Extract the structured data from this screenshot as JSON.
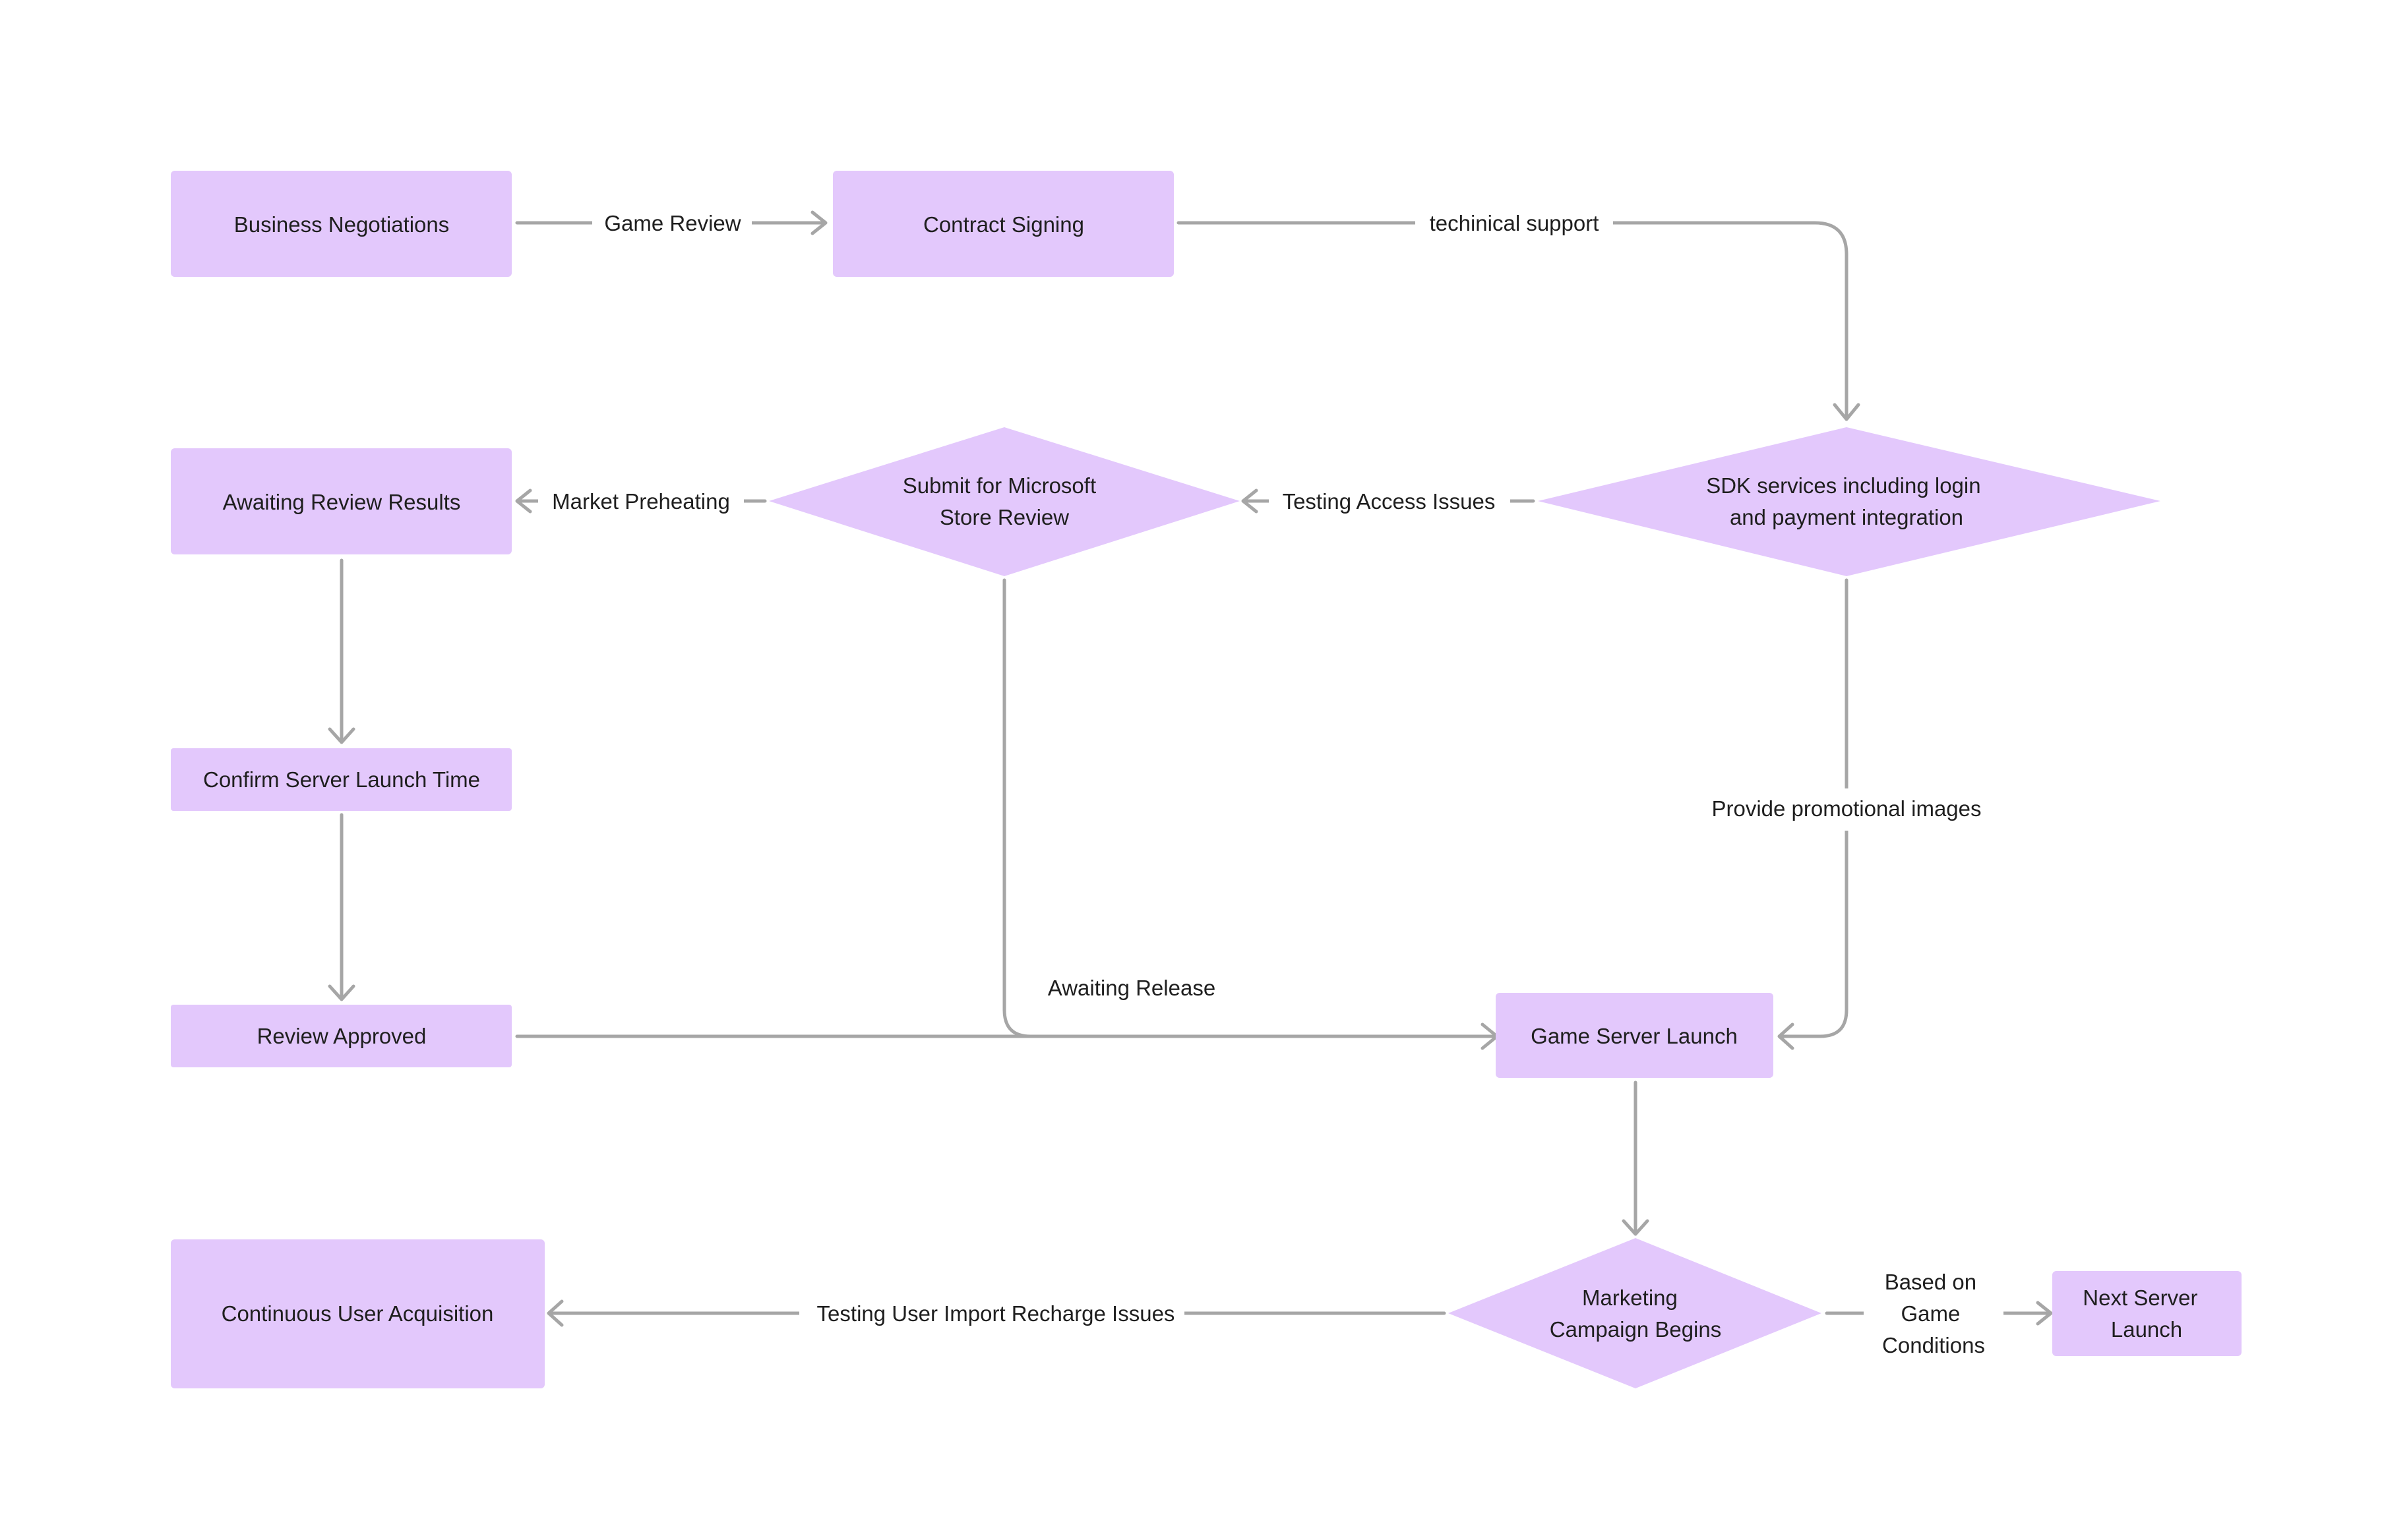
{
  "colors": {
    "node_fill": "#e3c8fc",
    "edge_stroke": "#a6a6a6",
    "text": "#1f1f1f"
  },
  "nodes": {
    "business_negotiations": [
      "Business Negotiations"
    ],
    "contract_signing": [
      "Contract Signing"
    ],
    "sdk_services": [
      "SDK services including login",
      "and payment integration"
    ],
    "submit_review": [
      "Submit for Microsoft",
      "Store Review"
    ],
    "awaiting_review": [
      "Awaiting Review Results"
    ],
    "confirm_launch_time": [
      "Confirm Server Launch Time"
    ],
    "review_approved": [
      "Review Approved"
    ],
    "game_server_launch": [
      "Game Server Launch"
    ],
    "marketing_campaign": [
      "Marketing",
      "Campaign Begins"
    ],
    "continuous_acquisition": [
      "Continuous User Acquisition"
    ],
    "next_server_launch": [
      "Next Server",
      "Launch"
    ]
  },
  "edges": {
    "game_review": [
      "Game Review"
    ],
    "technical_support": [
      "techinical support"
    ],
    "testing_access": [
      "Testing Access Issues"
    ],
    "market_preheating": [
      "Market Preheating"
    ],
    "promotional_images": [
      "Provide promotional images"
    ],
    "awaiting_release": [
      "Awaiting Release"
    ],
    "testing_import": [
      "Testing User Import Recharge Issues"
    ],
    "based_on_conditions": [
      "Based on",
      "Game",
      "Conditions"
    ]
  }
}
